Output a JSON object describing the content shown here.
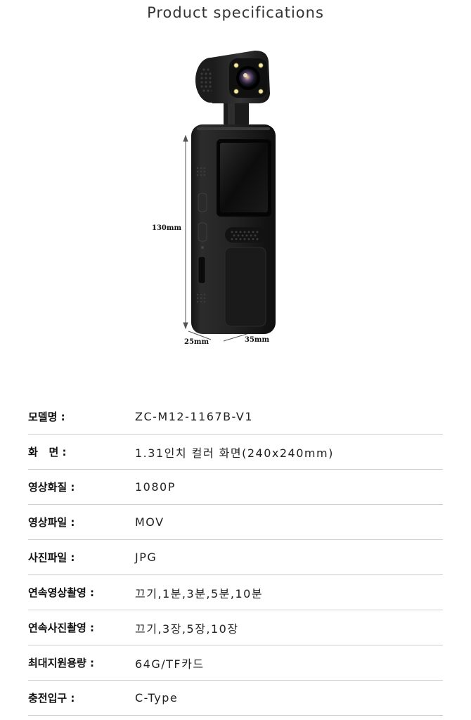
{
  "header": {
    "title": "Product specifications"
  },
  "figure": {
    "icon": "pocket-camera-illustration",
    "dimensions": {
      "height": "130mm",
      "depth": "25mm",
      "width": "35mm"
    }
  },
  "specs": [
    {
      "label": "모델명 :",
      "value": "ZC-M12-1167B-V1"
    },
    {
      "label": "화   면 :",
      "value": "1.31인치 컬러 화면(240x240mm)"
    },
    {
      "label": "영상화질 :",
      "value": "1080P"
    },
    {
      "label": "영상파일 :",
      "value": "MOV"
    },
    {
      "label": "사진파일 :",
      "value": "JPG"
    },
    {
      "label": "연속영상촬영 :",
      "value": "끄기,1분,3분,5분,10분"
    },
    {
      "label": "연속사진촬영 :",
      "value": "끄기,3장,5장,10장"
    },
    {
      "label": "최대지원용량 :",
      "value": "64G/TF카드"
    },
    {
      "label": "충전입구 :",
      "value": "C-Type"
    }
  ],
  "colors": {
    "divider": "#cfcfcf",
    "device_body": "#1f1f1f",
    "screen": "#111111"
  }
}
